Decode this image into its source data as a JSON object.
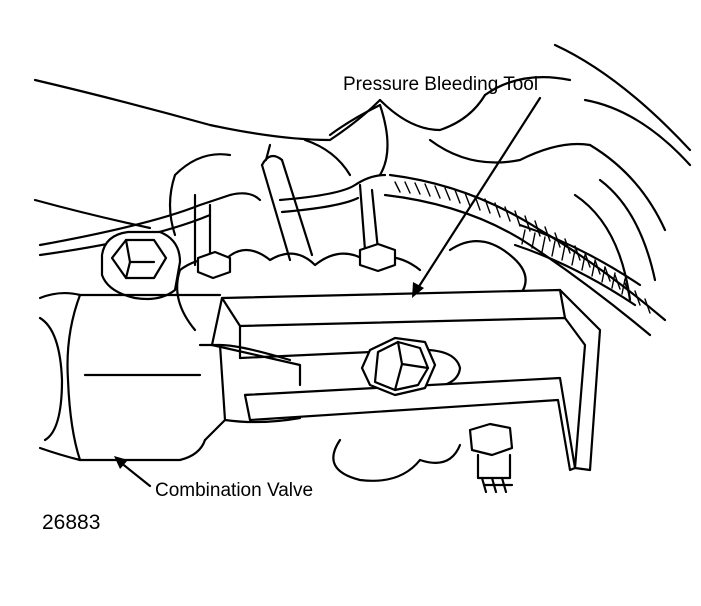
{
  "labels": {
    "pressure_bleeding_tool": "Pressure Bleeding Tool",
    "combination_valve": "Combination Valve",
    "figure_number": "26883"
  }
}
